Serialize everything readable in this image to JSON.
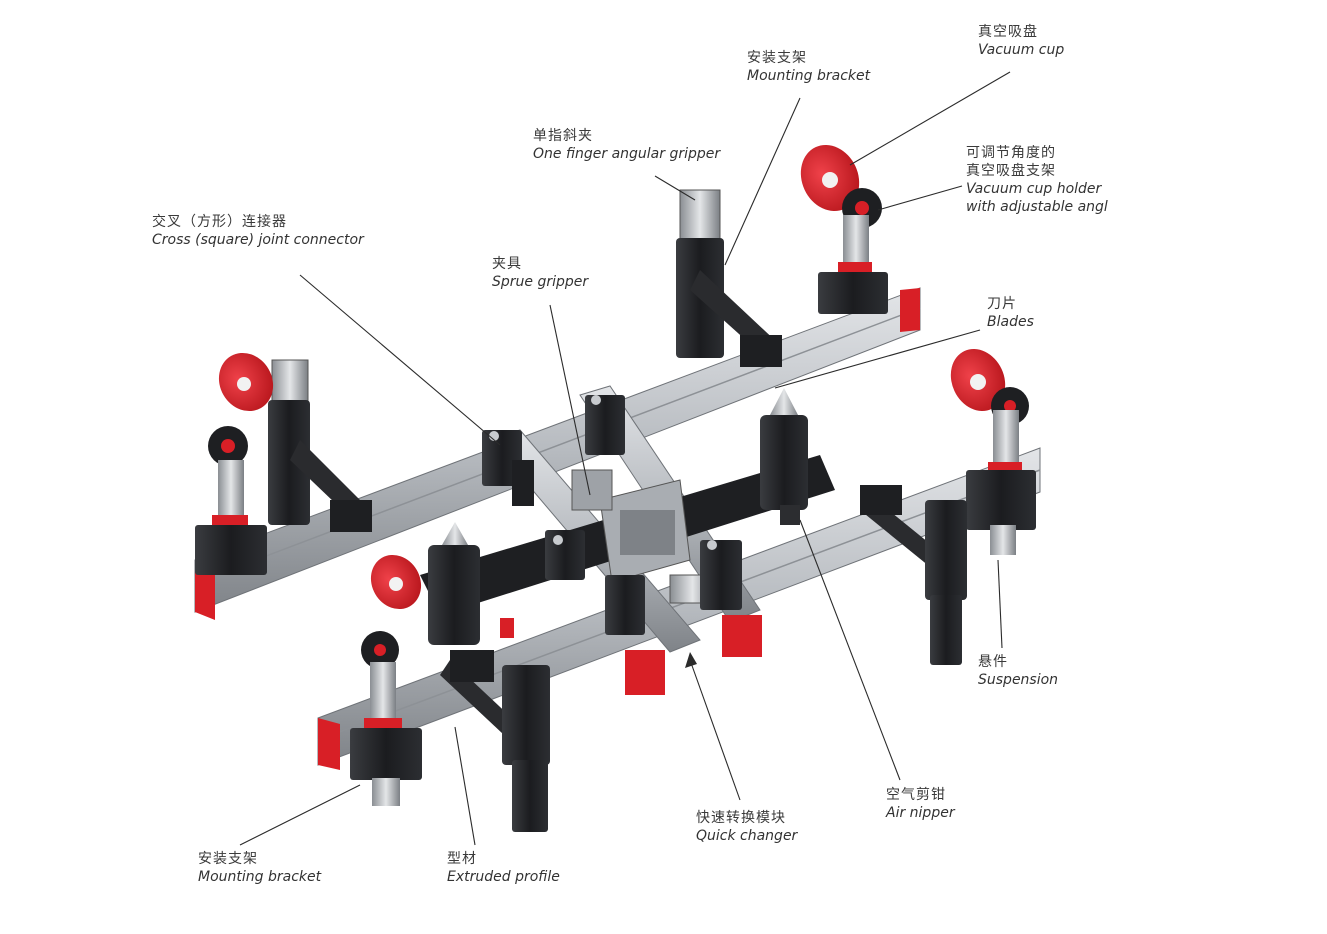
{
  "labels": {
    "vacuum_cup": {
      "zh": "真空吸盘",
      "en": "Vacuum cup"
    },
    "mounting_bracket_top": {
      "zh": "安装支架",
      "en": "Mounting bracket"
    },
    "one_finger_gripper": {
      "zh": "单指斜夹",
      "en": "One finger angular gripper"
    },
    "vacuum_cup_holder": {
      "zh1": "可调节角度的",
      "zh2": "真空吸盘支架",
      "en1": "Vacuum cup holder",
      "en2": "with adjustable angle"
    },
    "cross_joint": {
      "zh": "交叉（方形）连接器",
      "en": "Cross (square) joint connector"
    },
    "sprue_gripper": {
      "zh": "夹具",
      "en": "Sprue gripper"
    },
    "blades": {
      "zh": "刀片",
      "en": "Blades"
    },
    "suspension": {
      "zh": "悬件",
      "en": "Suspension"
    },
    "air_nipper": {
      "zh": "空气剪钳",
      "en": "Air nipper"
    },
    "quick_changer": {
      "zh": "快速转换模块",
      "en": "Quick changer"
    },
    "extruded_profile": {
      "zh": "型材",
      "en": "Extruded profile"
    },
    "mounting_bracket_bottom": {
      "zh": "安装支架",
      "en": "Mounting bracket"
    }
  },
  "colors": {
    "profile": "#b9bcc0",
    "profile_dark": "#8c9095",
    "black_part": "#1e1f22",
    "accent_red": "#d81f26",
    "steel": "#a9adb2"
  }
}
